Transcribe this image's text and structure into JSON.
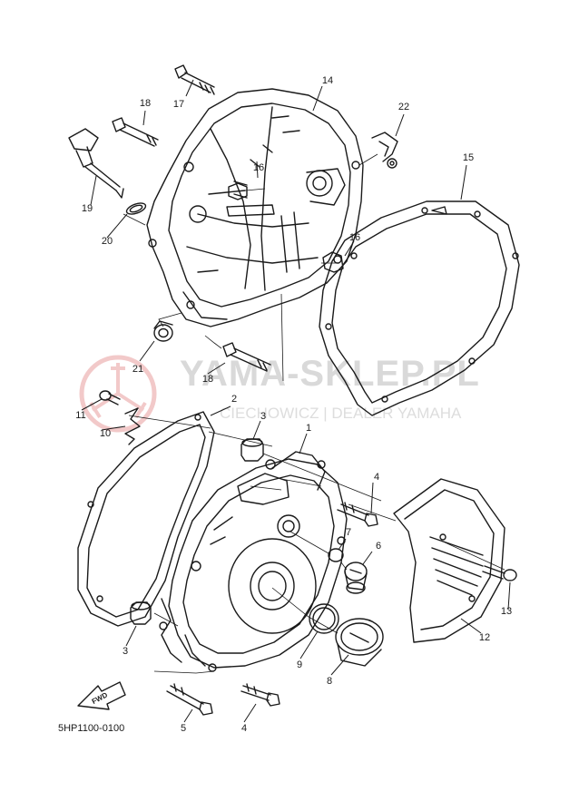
{
  "watermark": {
    "title": "YAMA-SKLEP.PL",
    "subtitle": "CIECHOWICZ | DEALER YAMAHA"
  },
  "callouts": {
    "c1": "1",
    "c2": "2",
    "c3a": "3",
    "c3b": "3",
    "c4a": "4",
    "c4b": "4",
    "c5": "5",
    "c6": "6",
    "c7": "7",
    "c8": "8",
    "c9": "9",
    "c10": "10",
    "c11": "11",
    "c12": "12",
    "c13": "13",
    "c14": "14",
    "c15": "15",
    "c16a": "16",
    "c16b": "16",
    "c17": "17",
    "c18a": "18",
    "c18b": "18",
    "c19": "19",
    "c20": "20",
    "c21": "21",
    "c22": "22"
  },
  "fwd_label": "FWD",
  "diagram_code": "5HP1100-0100",
  "colors": {
    "line": "#1a1a1a",
    "watermark": "#d9d9d9",
    "logo": "#f0c8c8"
  }
}
